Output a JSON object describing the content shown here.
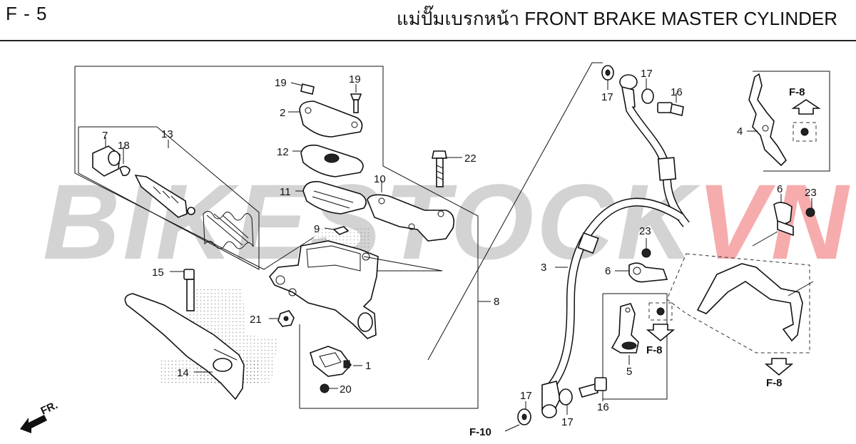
{
  "header": {
    "code": "F - 5",
    "title": "แม่ปั๊มเบรกหน้า  FRONT BRAKE MASTER CYLINDER"
  },
  "watermark": {
    "part_a": "BIKESTOCK",
    "part_b": "VN"
  },
  "direction": {
    "label": "FR."
  },
  "refs": {
    "f8_top": "F-8",
    "f8_mid": "F-8",
    "f8_bottom": "F-8",
    "f10": "F-10"
  },
  "callouts": [
    {
      "id": "c19a",
      "label": "19"
    },
    {
      "id": "c19b",
      "label": "19"
    },
    {
      "id": "c2",
      "label": "2"
    },
    {
      "id": "c12",
      "label": "12"
    },
    {
      "id": "c11",
      "label": "11"
    },
    {
      "id": "c22",
      "label": "22"
    },
    {
      "id": "c10",
      "label": "10"
    },
    {
      "id": "c9",
      "label": "9"
    },
    {
      "id": "c13",
      "label": "13"
    },
    {
      "id": "c7",
      "label": "7"
    },
    {
      "id": "c18",
      "label": "18"
    },
    {
      "id": "c15",
      "label": "15"
    },
    {
      "id": "c21",
      "label": "21"
    },
    {
      "id": "c14",
      "label": "14"
    },
    {
      "id": "c8",
      "label": "8"
    },
    {
      "id": "c1",
      "label": "1"
    },
    {
      "id": "c20",
      "label": "20"
    },
    {
      "id": "c17a",
      "label": "17"
    },
    {
      "id": "c17b",
      "label": "17"
    },
    {
      "id": "c16a",
      "label": "16"
    },
    {
      "id": "c3",
      "label": "3"
    },
    {
      "id": "c23a",
      "label": "23"
    },
    {
      "id": "c6a",
      "label": "6"
    },
    {
      "id": "c5",
      "label": "5"
    },
    {
      "id": "c17c",
      "label": "17"
    },
    {
      "id": "c17d",
      "label": "17"
    },
    {
      "id": "c16b",
      "label": "16"
    },
    {
      "id": "c4",
      "label": "4"
    },
    {
      "id": "c6b",
      "label": "6"
    },
    {
      "id": "c23b",
      "label": "23"
    }
  ]
}
